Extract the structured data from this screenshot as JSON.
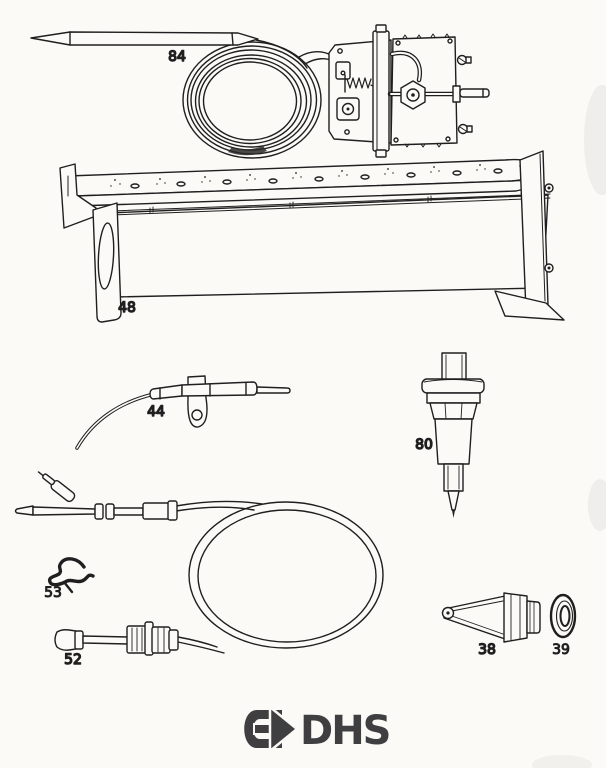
{
  "page": {
    "background": "#fbfaf7",
    "line_color": "#1f1f1f"
  },
  "brand": {
    "logo_text": "DHS",
    "logo_color": "#3f3f41"
  },
  "parts": [
    {
      "label": "84"
    },
    {
      "label": "48"
    },
    {
      "label": "44"
    },
    {
      "label": "80"
    },
    {
      "label": "53"
    },
    {
      "label": "52"
    },
    {
      "label": "38"
    },
    {
      "label": "39"
    }
  ]
}
